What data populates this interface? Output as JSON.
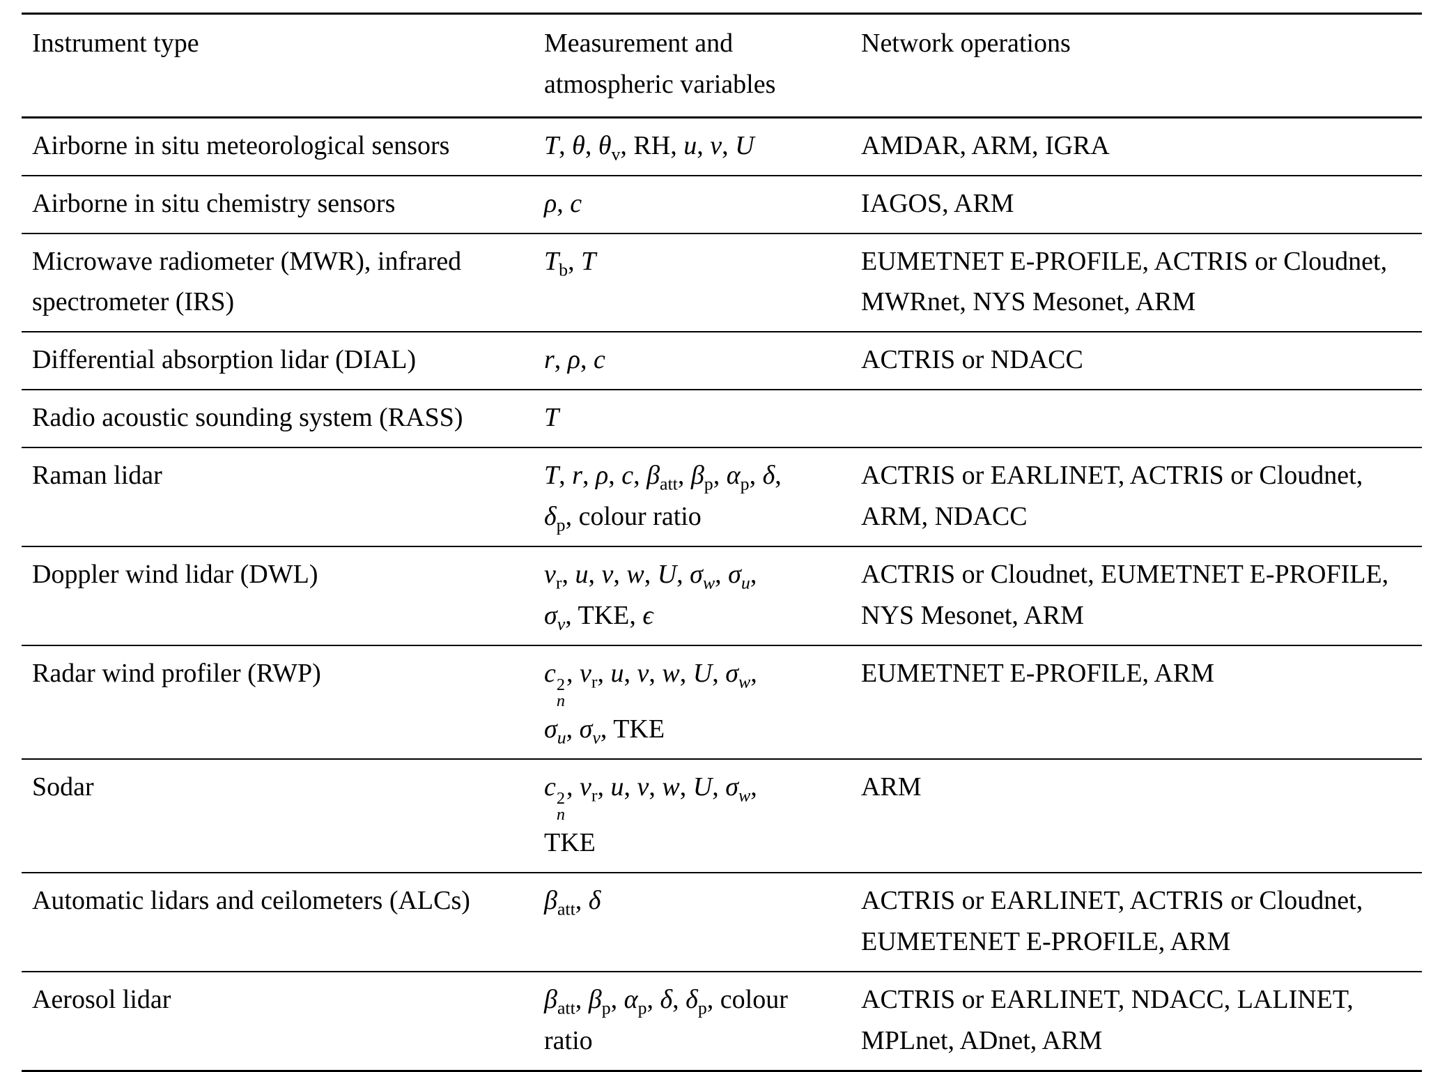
{
  "table": {
    "header": {
      "instrument": "Instrument type",
      "measurement": "Measurement and atmospheric variables",
      "networks": "Network operations"
    },
    "rows": [
      {
        "instrument": "Airborne in situ meteorological sensors",
        "measurement_html": "<i>T</i>, <i>θ</i>, <i>θ</i><sub>v</sub>, RH, <i>u</i>, <i>v</i>, <i>U</i>",
        "networks": "AMDAR, ARM, IGRA"
      },
      {
        "instrument": "Airborne in situ chemistry sensors",
        "measurement_html": "<i>ρ</i>, <i>c</i>",
        "networks": "IAGOS, ARM"
      },
      {
        "instrument": "Microwave radiometer (MWR), infrared spectrometer (IRS)",
        "measurement_html": "<i>T</i><sub>b</sub>, <i>T</i>",
        "networks": "EUMETNET E-PROFILE, ACTRIS or Cloudnet, MWRnet, NYS Mesonet, ARM"
      },
      {
        "instrument": "Differential absorption lidar (DIAL)",
        "measurement_html": "<i>r</i>, <i>ρ</i>, <i>c</i>",
        "networks": "ACTRIS or NDACC"
      },
      {
        "instrument": "Radio acoustic sounding system (RASS)",
        "measurement_html": "<i>T</i>",
        "networks": ""
      },
      {
        "instrument": "Raman lidar",
        "measurement_html": "<i>T</i>, <i>r</i>, <i>ρ</i>, <i>c</i>, <i>β</i><sub>att</sub>, <i>β</i><sub>p</sub>, <i>α</i><sub>p</sub>, <i>δ</i>,<br><i>δ</i><sub>p</sub>, colour ratio",
        "networks": "ACTRIS or EARLINET, ACTRIS or Cloudnet, ARM, NDACC"
      },
      {
        "instrument": "Doppler wind lidar (DWL)",
        "measurement_html": "<i>v</i><sub>r</sub>, <i>u</i>, <i>v</i>, <i>w</i>, <i>U</i>, <i>σ</i><sub><i>w</i></sub>, <i>σ</i><sub><i>u</i></sub>,<br><i>σ</i><sub><i>v</i></sub>, TKE, <i>ϵ</i>",
        "networks": "ACTRIS or Cloudnet, EUMETNET E-PROFILE, NYS Mesonet, ARM"
      },
      {
        "instrument": "Radar wind profiler (RWP)",
        "measurement_html": "<i>c</i><span class=\"sc\"><span>2</span><span><i>n</i></span></span>, <i>v</i><sub>r</sub>, <i>u</i>, <i>v</i>, <i>w</i>, <i>U</i>, <i>σ</i><sub><i>w</i></sub>,<br><i>σ</i><sub><i>u</i></sub>, <i>σ</i><sub><i>v</i></sub>, TKE",
        "networks": "EUMETNET E-PROFILE, ARM"
      },
      {
        "instrument": "Sodar",
        "measurement_html": "<i>c</i><span class=\"sc\"><span>2</span><span><i>n</i></span></span>, <i>v</i><sub>r</sub>, <i>u</i>, <i>v</i>, <i>w</i>, <i>U</i>, <i>σ</i><sub><i>w</i></sub>,<br>TKE",
        "networks": "ARM"
      },
      {
        "instrument": "Automatic lidars and ceilometers (ALCs)",
        "measurement_html": "<i>β</i><sub>att</sub>, <i>δ</i>",
        "networks": "ACTRIS or EARLINET, ACTRIS or Cloudnet, EUMETENET E-PROFILE, ARM"
      },
      {
        "instrument": "Aerosol lidar",
        "measurement_html": "<i>β</i><sub>att</sub>, <i>β</i><sub>p</sub>, <i>α</i><sub>p</sub>, <i>δ</i>, <i>δ</i><sub>p</sub>, colour<br>ratio",
        "networks": "ACTRIS or EARLINET, NDACC, LALINET, MPLnet, ADnet, ARM"
      }
    ]
  }
}
